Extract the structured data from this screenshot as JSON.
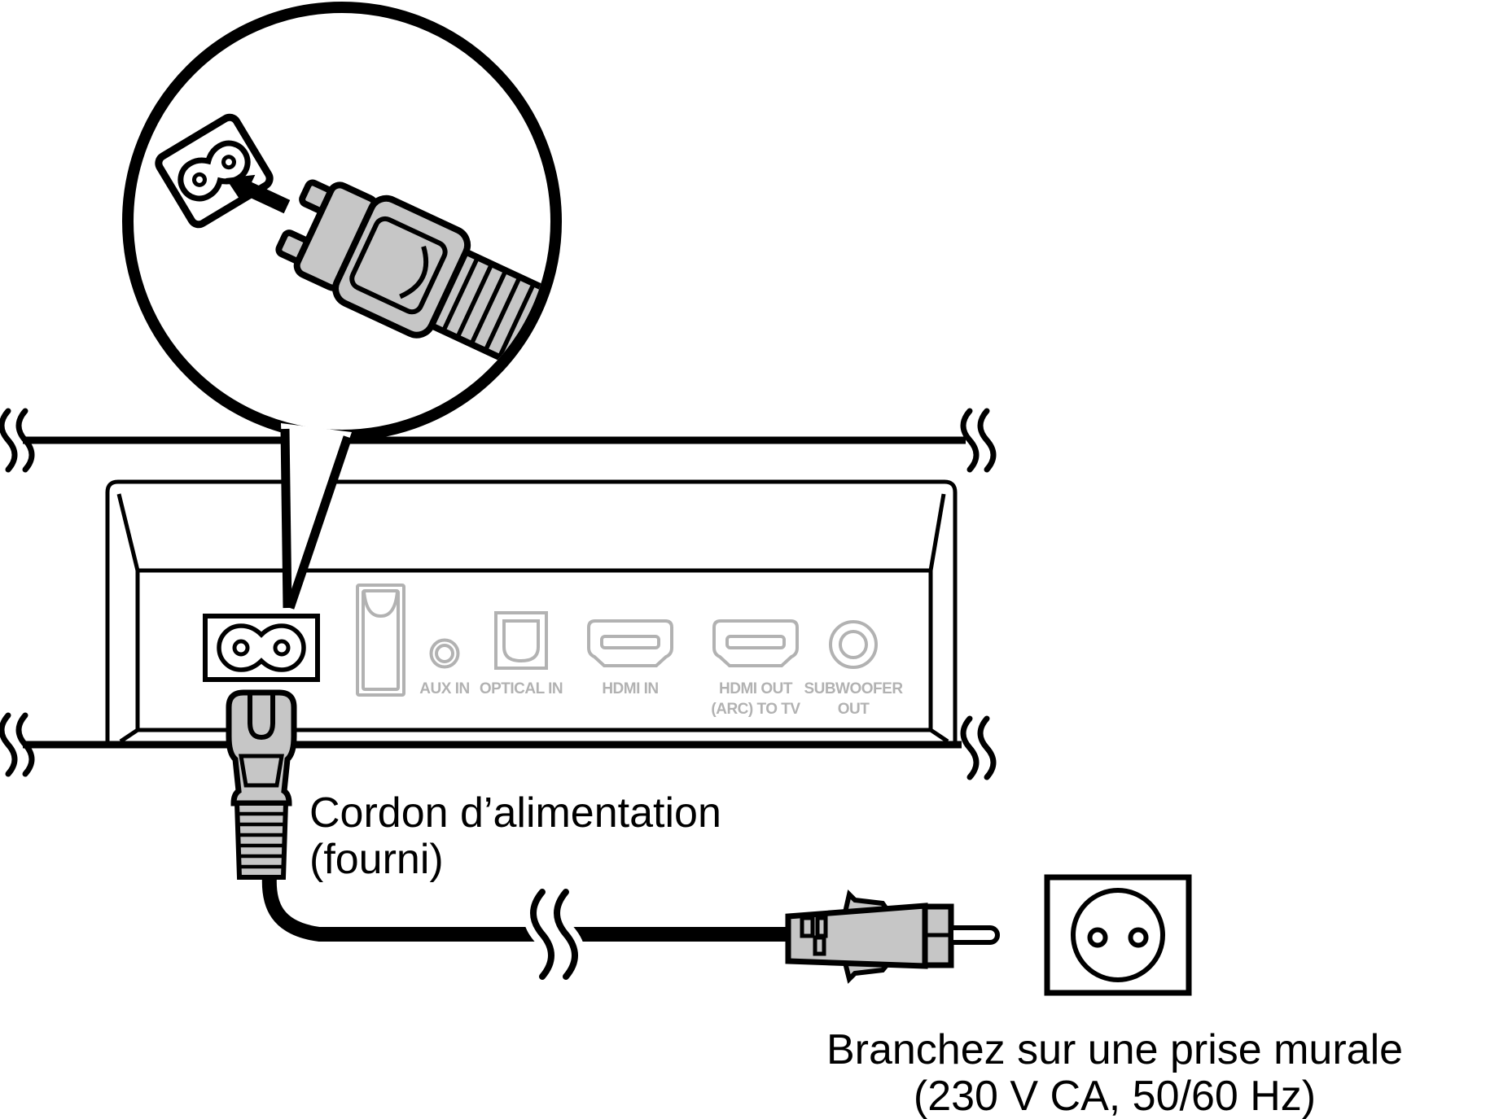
{
  "diagram": {
    "type": "power-connection-diagram",
    "colors": {
      "line": "#000000",
      "plug_gray": "#c6c6c6",
      "port_gray": "#b2b2b2",
      "background": "#ffffff"
    },
    "ports": [
      {
        "label": "AUX IN"
      },
      {
        "label": "OPTICAL IN"
      },
      {
        "label": "HDMI IN"
      },
      {
        "label": "HDMI OUT",
        "label2": "(ARC) TO TV"
      },
      {
        "label": "SUBWOOFER",
        "label2": "OUT"
      }
    ],
    "labels": {
      "power_cord_line1": "Cordon d’alimentation",
      "power_cord_line2": "(fourni)",
      "outlet_line1": "Branchez sur une prise murale",
      "outlet_line2": "(230 V CA, 50/60 Hz)"
    }
  }
}
